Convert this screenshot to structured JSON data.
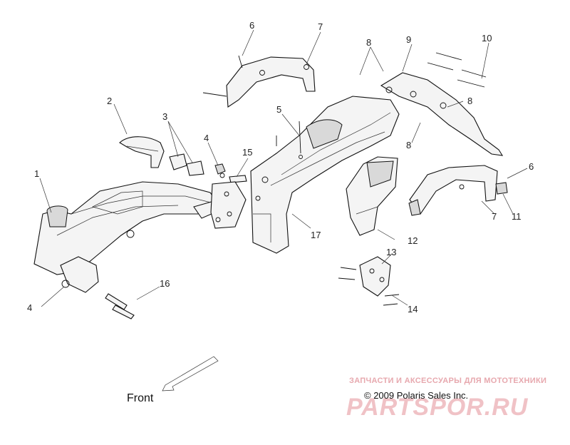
{
  "callouts": [
    "1",
    "2",
    "3",
    "4",
    "4",
    "5",
    "6",
    "6",
    "7",
    "7",
    "8",
    "8",
    "8",
    "9",
    "10",
    "11",
    "12",
    "13",
    "14",
    "15",
    "16",
    "17"
  ],
  "front_label": "Front",
  "copyright": "© 2009 Polaris Sales Inc.",
  "watermark": {
    "tagline": "ЗАПЧАСТИ И АКСЕССУАРЫ ДЛЯ МОТОТЕХНИКИ",
    "logo": "PARTSPOR.RU"
  },
  "colors": {
    "ink": "#111111",
    "watermark": "#e7a8ae"
  }
}
